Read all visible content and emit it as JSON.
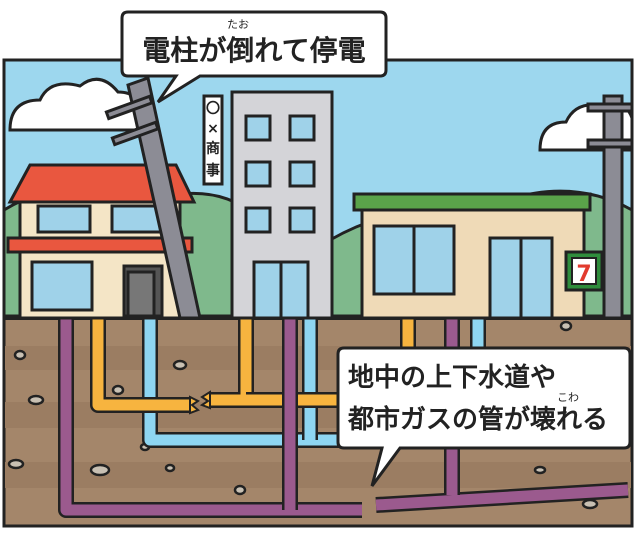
{
  "top_bubble": {
    "text": "電柱が倒れて停電",
    "ruby": "たお"
  },
  "bottom_bubble": {
    "line1": "地中の上下水道や",
    "line2": "都市ガスの管が壊れる",
    "ruby": "こわ"
  },
  "office_sign": [
    "〇",
    "×",
    "商",
    "事"
  ],
  "store_sign": "7",
  "colors": {
    "sky": "#9dd7ee",
    "ground": "#a4866a",
    "ground_stripe": "#9b7d62",
    "water_pipe": "#8ed6f2",
    "water_pipe_edge": "#2a6f9a",
    "gas_pipe": "#9b5a8e",
    "sewer_pipe": "#f7b43f",
    "roof": "#e9573f",
    "office": "#d4d4d8",
    "store_wall": "#efdab7",
    "store_roof": "#5aa34a",
    "pole": "#8c8c95",
    "outline": "#222222"
  }
}
